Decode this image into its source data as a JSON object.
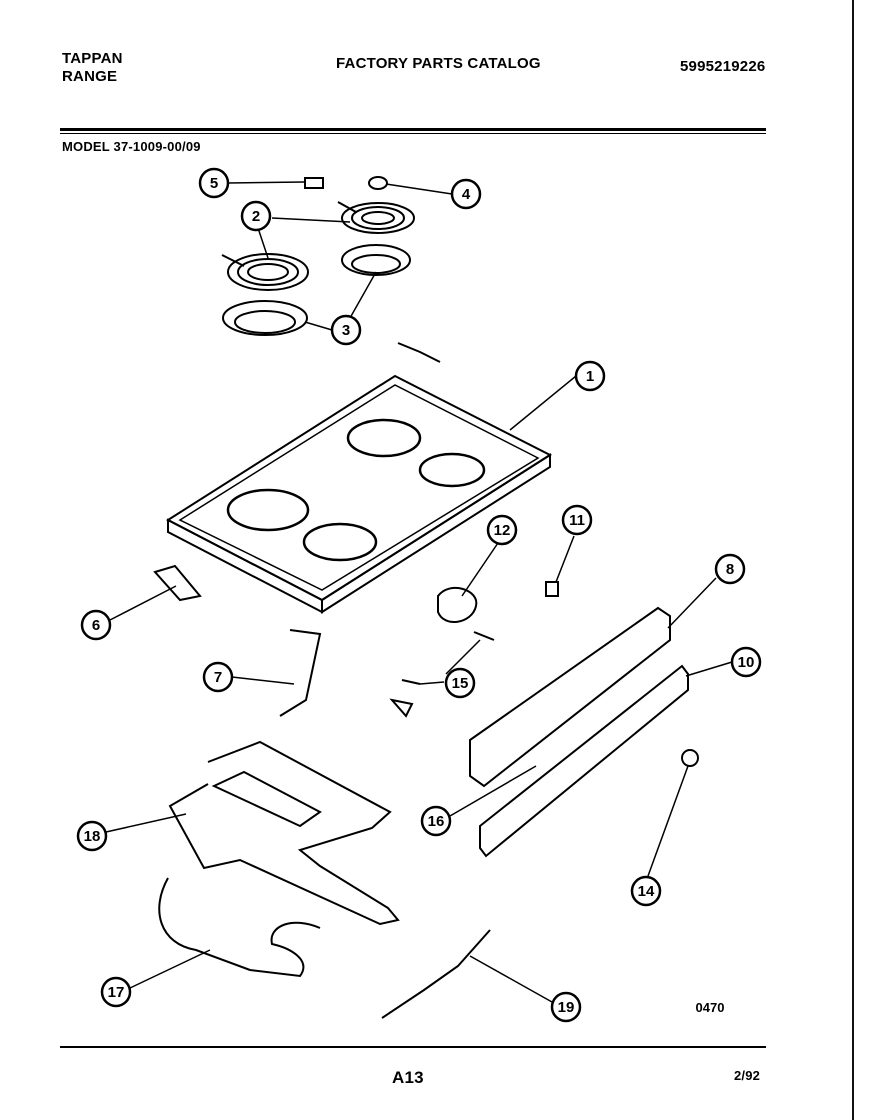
{
  "header": {
    "brand_line1": "TAPPAN",
    "brand_line2": "RANGE",
    "catalog_title": "FACTORY PARTS CATALOG",
    "catalog_number": "5995219226",
    "model": "MODEL 37-1009-00/09"
  },
  "callouts": [
    "1",
    "2",
    "3",
    "4",
    "5",
    "6",
    "7",
    "8",
    "10",
    "11",
    "12",
    "14",
    "15",
    "16",
    "17",
    "18",
    "19"
  ],
  "footer": {
    "code": "0470",
    "page": "A13",
    "date": "2/92"
  }
}
